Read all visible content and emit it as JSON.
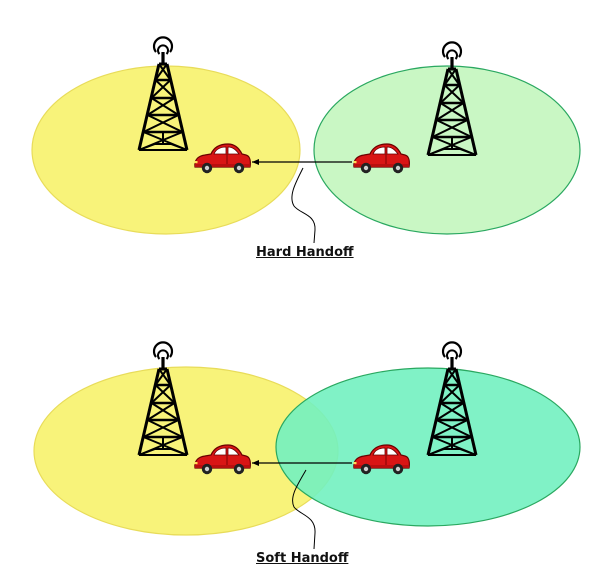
{
  "diagrams": [
    {
      "id": "hard",
      "caption": "Hard Handoff",
      "left_cell_color": "#f8f37a",
      "right_cell_color": "#c9f7c4",
      "overlap": false
    },
    {
      "id": "soft",
      "caption": "Soft Handoff",
      "left_cell_color": "#f8f37a",
      "right_cell_color": "#72f1c0",
      "overlap": true
    }
  ],
  "colors": {
    "tower": "#000000",
    "car_body": "#d91515",
    "left_cell_stroke": "#e8dc5a",
    "right_cell_stroke": "#2aa860",
    "arrow": "#000000"
  },
  "icons": [
    "radio-tower-icon",
    "car-icon"
  ]
}
